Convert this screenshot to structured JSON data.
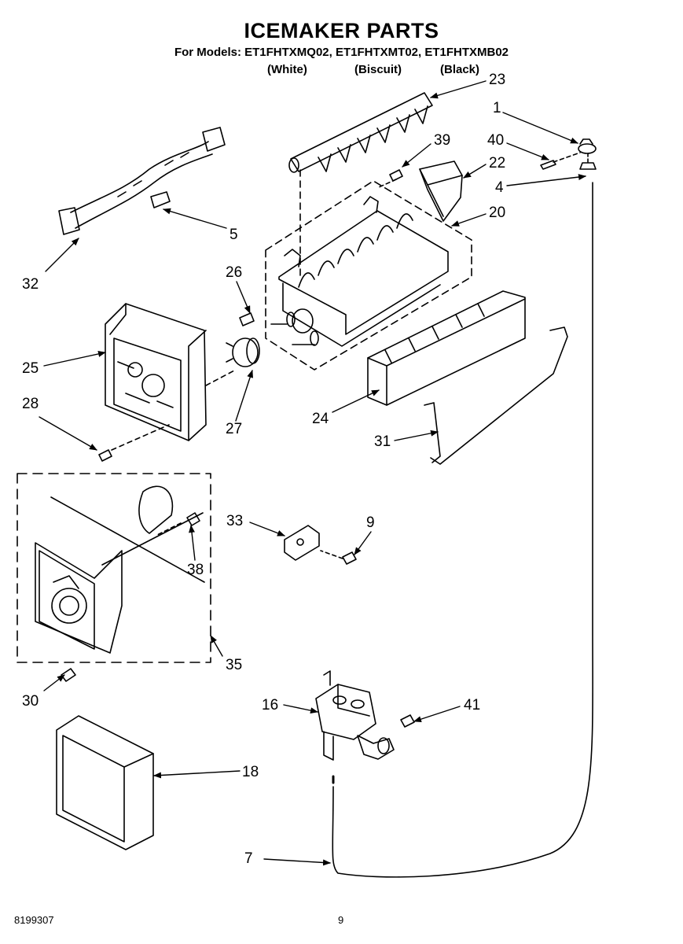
{
  "header": {
    "title": "ICEMAKER PARTS",
    "models": "For Models: ET1FHTXMQ02, ET1FHTXMT02, ET1FHTXMB02",
    "colors": [
      "(White)",
      "(Biscuit)",
      "(Black)"
    ]
  },
  "callouts": [
    "23",
    "1",
    "39",
    "40",
    "22",
    "4",
    "20",
    "5",
    "32",
    "26",
    "25",
    "28",
    "27",
    "24",
    "31",
    "33",
    "9",
    "38",
    "35",
    "30",
    "16",
    "41",
    "18",
    "7"
  ],
  "footer": {
    "doc_number": "8199307",
    "page_number": "9"
  }
}
